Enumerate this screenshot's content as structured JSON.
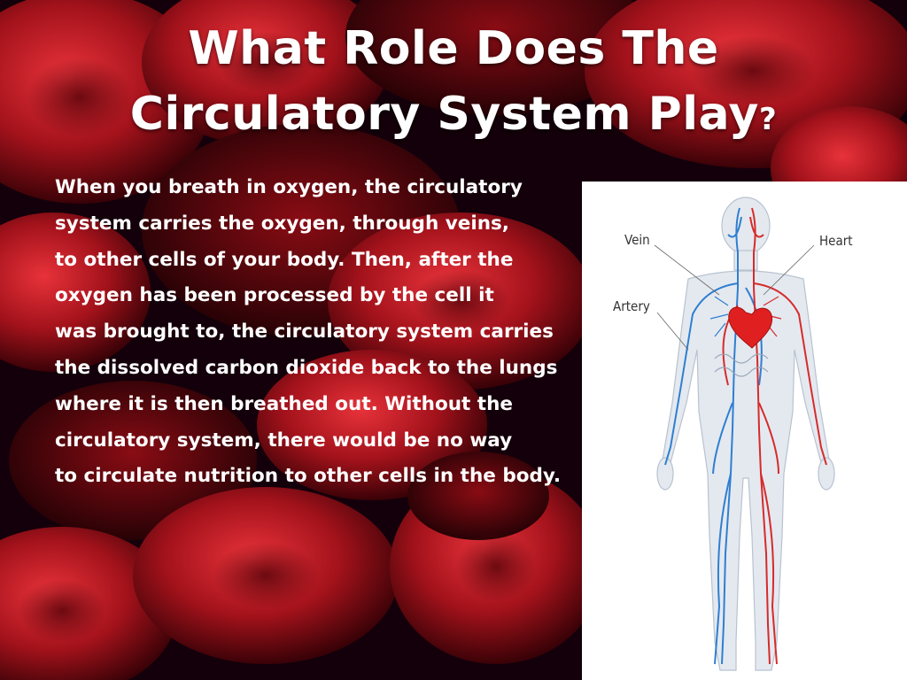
{
  "slide": {
    "title_line1": "What Role Does The",
    "title_line2": "Circulatory System Play",
    "title_qmark": "?",
    "body_lines": [
      "When you breath in oxygen, the circulatory",
      "system carries the oxygen, through veins,",
      "to other cells of your body. Then, after the",
      "oxygen has been processed by the cell it",
      "was brought to, the circulatory system carries",
      "the dissolved carbon dioxide back to the lungs",
      "where it is then breathed out. Without the",
      "circulatory system, there would be no way",
      "to circulate nutrition to other cells in the body."
    ]
  },
  "diagram": {
    "labels": {
      "vein": "Vein",
      "heart": "Heart",
      "artery": "Artery"
    },
    "colors": {
      "artery": "#d62b2b",
      "vein": "#2f7fd0",
      "heart": "#e02020",
      "body": "#e3e8ef"
    }
  },
  "background": {
    "colors": [
      "#120005",
      "#7a0610",
      "#c01e25"
    ]
  }
}
